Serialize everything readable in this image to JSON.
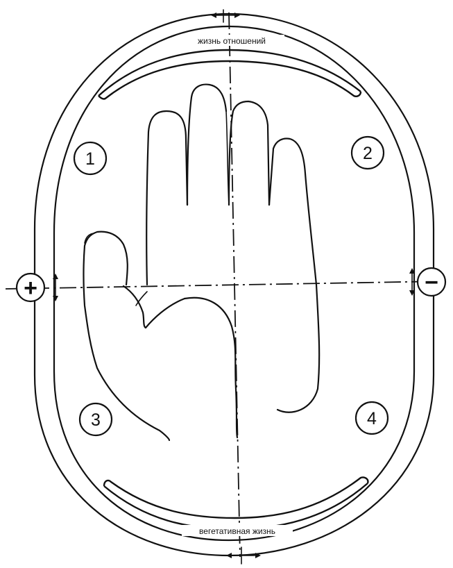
{
  "labels": {
    "top_arc": "жизнь отношений",
    "bottom_arc": "вегетативная жизнь"
  },
  "quadrants": [
    {
      "number": "1"
    },
    {
      "number": "2"
    },
    {
      "number": "3"
    },
    {
      "number": "4"
    }
  ],
  "poles": {
    "left": "+",
    "right": "−"
  }
}
